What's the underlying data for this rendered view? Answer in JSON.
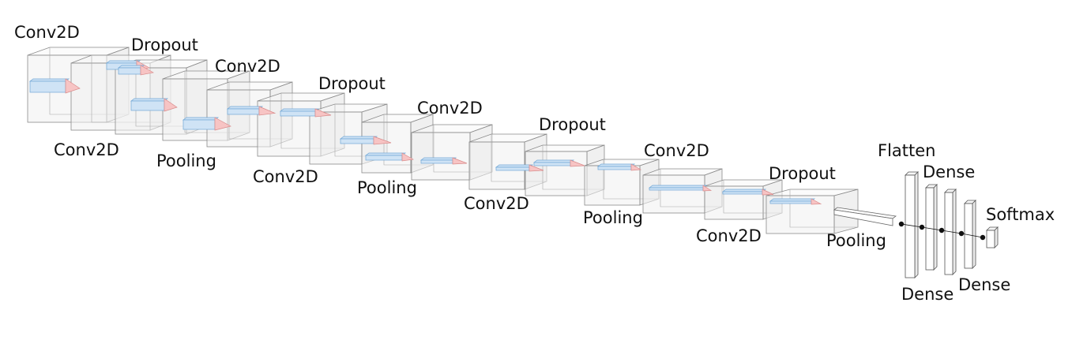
{
  "labels": {
    "conv1": "Conv2D",
    "conv2": "Conv2D",
    "dropout1": "Dropout",
    "pool1": "Pooling",
    "conv3": "Conv2D",
    "conv4": "Conv2D",
    "dropout2": "Dropout",
    "pool2": "Pooling",
    "conv5": "Conv2D",
    "conv6": "Conv2D",
    "dropout3": "Dropout",
    "pool3": "Pooling",
    "conv7": "Conv2D",
    "conv8": "Conv2D",
    "dropout4": "Dropout",
    "pool4": "Pooling",
    "flatten": "Flatten",
    "dense1": "Dense",
    "dense2": "Dense",
    "dense3": "Dense",
    "softmax": "Softmax"
  },
  "colors": {
    "kernel_fill": "#cfe3f5",
    "kernel_stroke": "#6fa6d6",
    "pyramid_fill": "#f7c4c4",
    "pyramid_stroke": "#d98b8b",
    "box_stroke": "#8a8a8a",
    "node": "#111111"
  }
}
